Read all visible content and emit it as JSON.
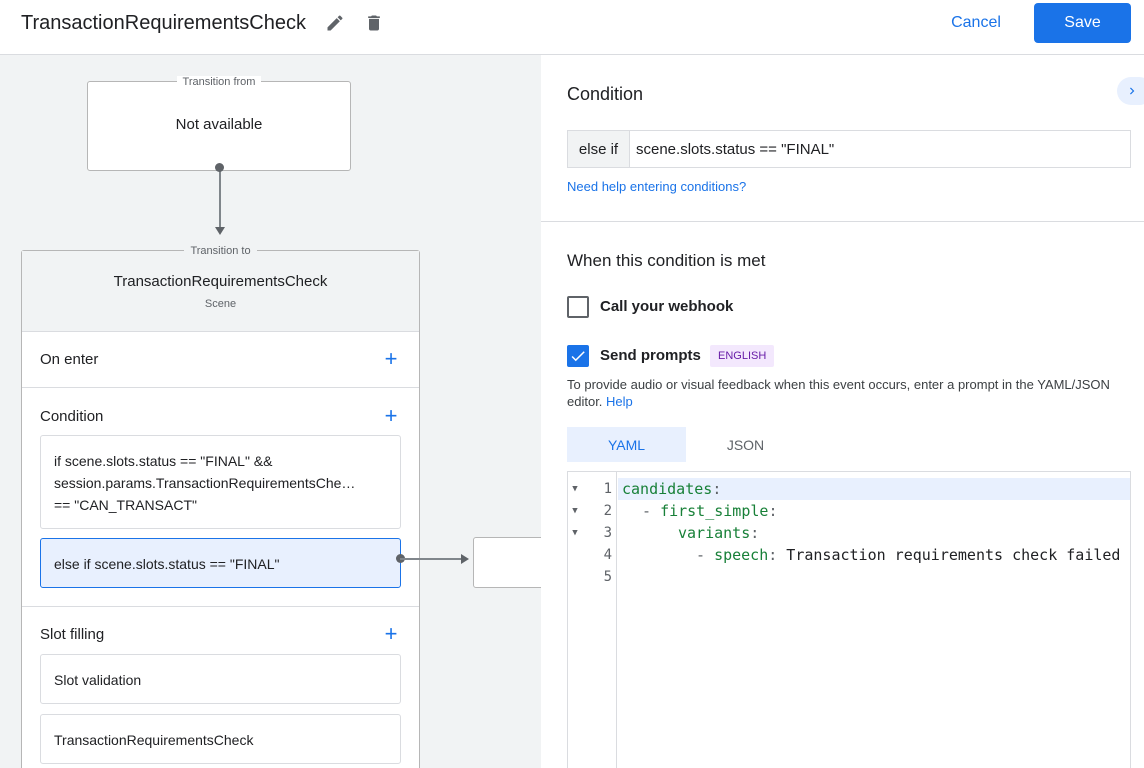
{
  "header": {
    "title": "TransactionRequirementsCheck",
    "cancel_label": "Cancel",
    "save_label": "Save"
  },
  "canvas": {
    "transition_from": {
      "caption": "Transition from",
      "value": "Not available"
    },
    "transition_to": {
      "caption": "Transition to",
      "scene_name": "TransactionRequirementsCheck",
      "scene_type": "Scene"
    },
    "sections": {
      "on_enter": "On enter",
      "condition": "Condition",
      "slot_filling": "Slot filling"
    },
    "conditions": [
      {
        "lines": [
          "if scene.slots.status == \"FINAL\" &&",
          "session.params.TransactionRequirementsChe…",
          "== \"CAN_TRANSACT\""
        ]
      },
      {
        "lines": [
          "else if scene.slots.status == \"FINAL\""
        ]
      }
    ],
    "slot_items": [
      "Slot validation",
      "TransactionRequirementsCheck"
    ]
  },
  "panel": {
    "condition_heading": "Condition",
    "condition_prefix": "else if",
    "condition_value": "scene.slots.status == \"FINAL\"",
    "help_link": "Need help entering conditions?",
    "met_heading": "When this condition is met",
    "webhook_label": "Call your webhook",
    "webhook_checked": false,
    "prompts_label": "Send prompts",
    "prompts_checked": true,
    "language_badge": "ENGLISH",
    "helper_text": "To provide audio or visual feedback when this event occurs, enter a prompt in the YAML/JSON editor.",
    "helper_link": "Help",
    "tabs": [
      "YAML",
      "JSON"
    ],
    "active_tab": "YAML",
    "editor": {
      "line_numbers": [
        "1",
        "2",
        "3",
        "4",
        "5"
      ],
      "lines": [
        {
          "key": "candidates",
          "punct": ":",
          "rest": ""
        },
        {
          "dash": "- ",
          "key": "first_simple",
          "punct": ":",
          "rest": ""
        },
        {
          "key": "variants",
          "punct": ":",
          "rest": ""
        },
        {
          "dash": "- ",
          "key": "speech",
          "punct": ":",
          "rest": " Transaction requirements check failed"
        },
        {
          "key": "",
          "punct": "",
          "rest": ""
        }
      ]
    }
  },
  "icons": {
    "edit": "pencil-icon",
    "delete": "trash-icon",
    "collapse": "chevron-right-icon",
    "add": "plus-icon",
    "fold": "fold-arrow-icon",
    "check": "checkmark-icon"
  },
  "colors": {
    "accent": "#1a73e8",
    "selected_bg": "#e8f0fe",
    "yaml_key": "#188038",
    "badge_bg": "#f3e8fd",
    "badge_text": "#681da8"
  }
}
